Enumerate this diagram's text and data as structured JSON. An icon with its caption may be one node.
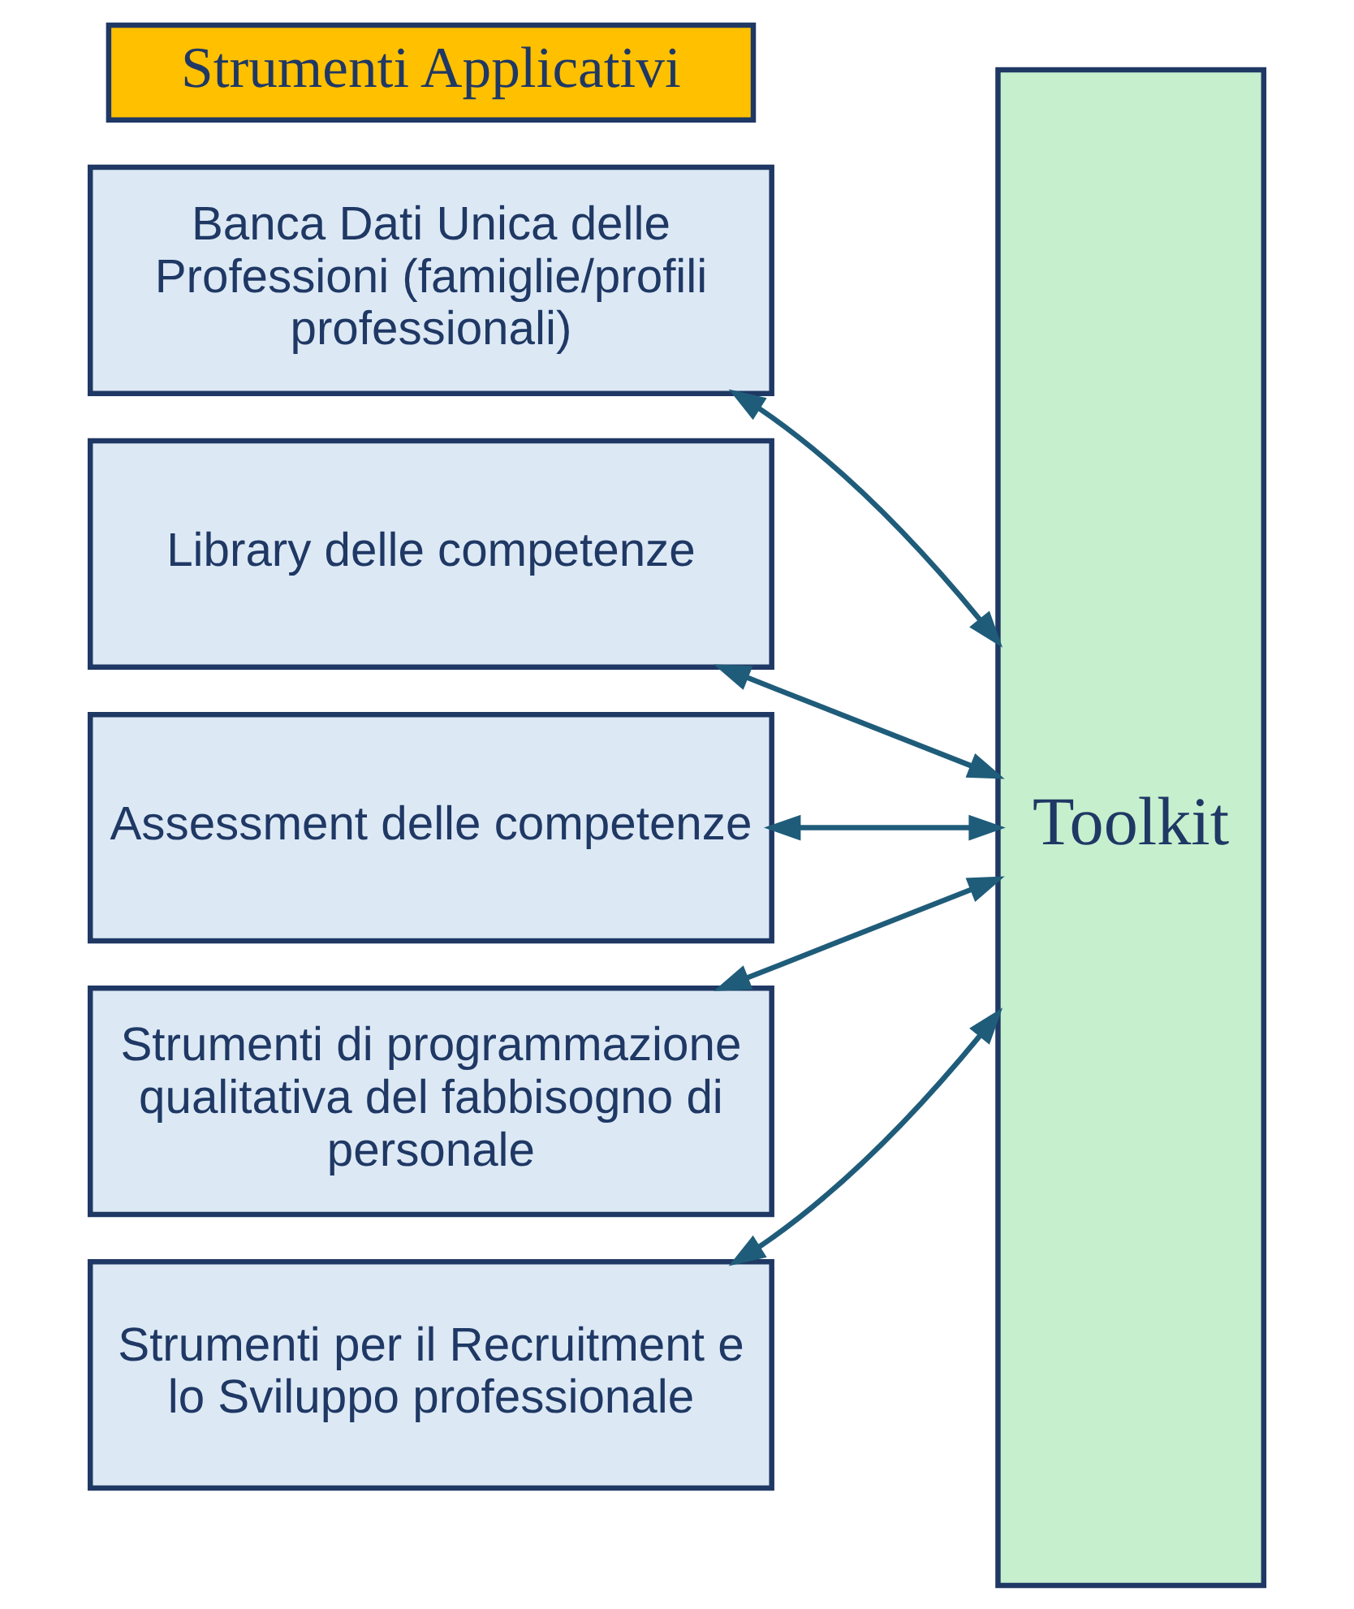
{
  "diagram": {
    "nodes": [
      {
        "text": [
          "Strumenti Applicativi"
        ]
      },
      {
        "text": [
          "Banca Dati Unica delle Professioni (famiglie/profili professionali)"
        ]
      },
      {
        "text": [
          "Library delle competenze"
        ]
      },
      {
        "text": [
          "Assessment delle competenze"
        ]
      },
      {
        "text": [
          "Strumenti di programmazione qualitativa del fabbisogno di personale"
        ]
      },
      {
        "text": [
          "Strumenti per il Recruitment e lo Sviluppo professionale"
        ]
      },
      {
        "text": [
          "Toolkit"
        ]
      }
    ],
    "edges": [
      {
        "from": 1,
        "to": 6,
        "arrow": "both"
      },
      {
        "from": 2,
        "to": 6,
        "arrow": "both"
      },
      {
        "from": 3,
        "to": 6,
        "arrow": "both"
      },
      {
        "from": 4,
        "to": 6,
        "arrow": "both"
      },
      {
        "from": 5,
        "to": 6,
        "arrow": "both"
      }
    ]
  }
}
